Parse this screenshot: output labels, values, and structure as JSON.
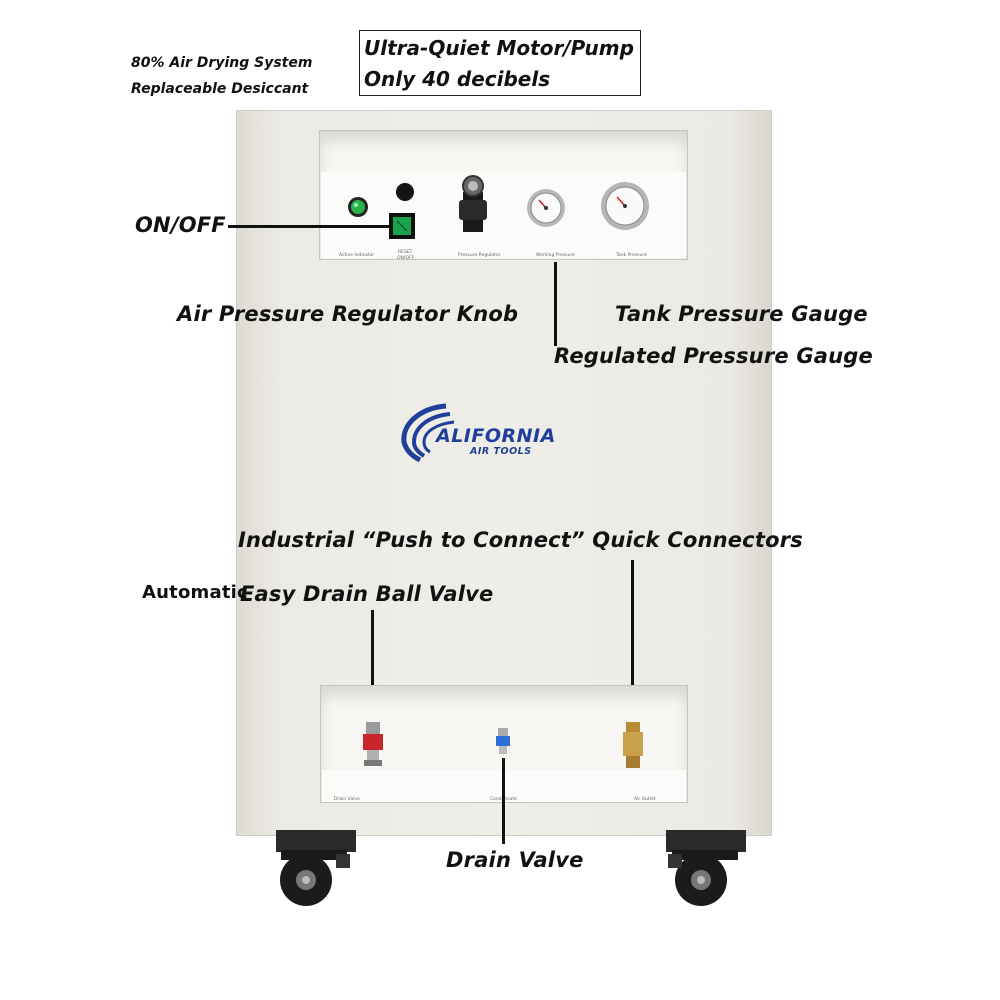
{
  "notes": {
    "line1": "80% Air Drying System",
    "line2": "Replaceable Desiccant"
  },
  "boxed_note": {
    "line1": "Ultra-Quiet Motor/Pump",
    "line2": "Only 40 decibels"
  },
  "callouts": {
    "on_off": "ON/OFF",
    "regulator_knob": "Air Pressure Regulator Knob",
    "tank_gauge": "Tank Pressure Gauge",
    "regulated_gauge": "Regulated Pressure Gauge",
    "quick_connectors": "Industrial “Push to Connect” Quick Connectors",
    "automatic": "Automatic",
    "drain_ball_valve": "Easy Drain Ball Valve",
    "drain_valve": "Drain Valve"
  },
  "brand": {
    "name": "ALIFORNIA",
    "sub": "AIR TOOLS",
    "color": "#1f3f9a"
  },
  "panel_labels": {
    "active_indicator": "Active Indicator",
    "reset": "RESET",
    "on_off": "ON/OFF",
    "pressure_regulator": "Pressure Regulator",
    "working_pressure": "Working Pressure",
    "tank_pressure": "Tank Pressure",
    "drain_valve": "Drain Valve",
    "condensate": "Condensate",
    "air_outlet": "Air Outlet"
  },
  "colors": {
    "indicator_green": "#2bb34a",
    "switch_green": "#19a34a",
    "drain_valve_red": "#c8242c",
    "connector_blue": "#2e6fd6",
    "brass": "#c9a14a"
  }
}
